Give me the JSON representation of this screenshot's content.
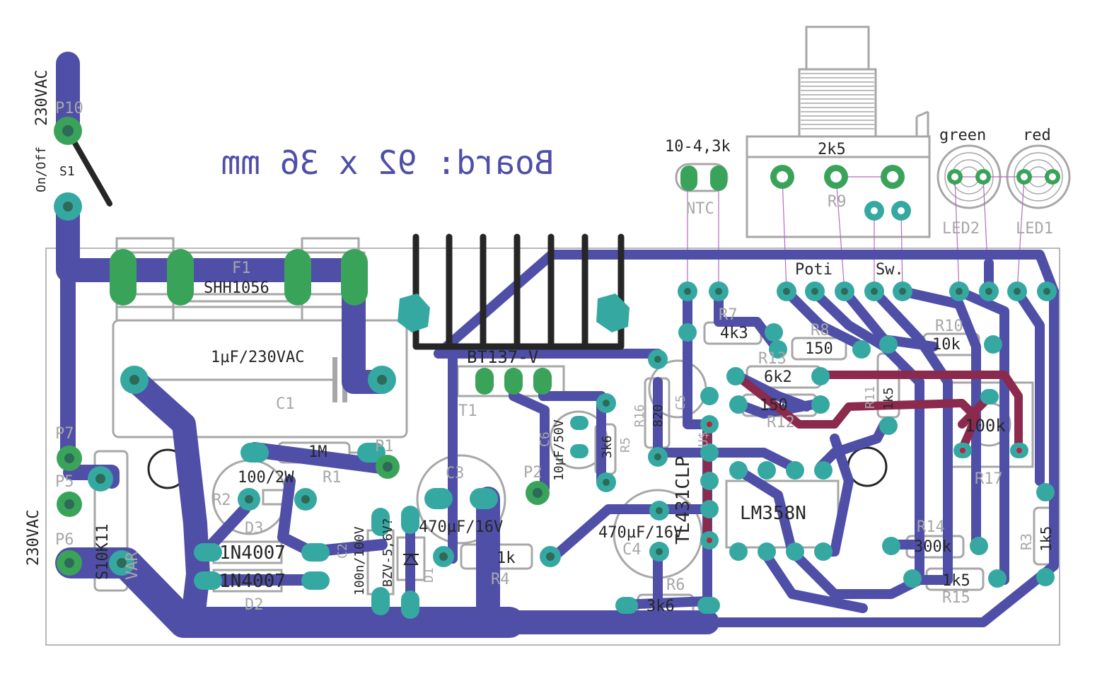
{
  "board_title": "Board: 92 x 36 mm",
  "colors": {
    "trace_bottom": "#4f4fa8",
    "trace_top": "#8b2a4d",
    "pad": "#36a8a2",
    "silkscreen": "#a7a7a7",
    "heatsink": "#262626",
    "outline": "#a0a0a0"
  },
  "labels": {
    "mains_top": "230VAC",
    "mains_bottom": "230VAC",
    "onoff": "On/Off",
    "switch": "S1",
    "p10": "P10",
    "p7": "P7",
    "p5": "P5",
    "p6": "P6",
    "p1": "P1",
    "p2": "P2",
    "fuse": "F1",
    "fuse_value": "SHH1056",
    "cap_mains_value": "1µF/230VAC",
    "cap_mains": "C1",
    "triac": "BT137-V",
    "triac_ref": "T1",
    "r1_value": "1M",
    "r1": "R1",
    "r2_value": "100/2W",
    "r2": "R2",
    "varistor": "S10K11",
    "varistor_ref": "VAR",
    "d3": "D3",
    "d3_value": "1N4007",
    "d2": "D2",
    "d2_value": "1N4007",
    "c2_value": "100n/100V",
    "c2": "C2",
    "zener_value": "BZV-5,6V?",
    "zener": "D1",
    "c3": "C3",
    "c3_value": "470µF/16V",
    "r4_value": "1k",
    "r4": "R4",
    "c6_value": "10µF/50V",
    "c6": "C6",
    "r5_value": "3k6",
    "r5": "R5",
    "r16_value": "820",
    "r16": "R16",
    "tl431": "TL431CLP",
    "tl431_ref": "U$",
    "c5": "C5",
    "c4_value": "470µF/16V",
    "c4": "C4",
    "r6": "R6",
    "r6_value": "3k6",
    "lm358": "LM358N",
    "ntc_value": "10-4,3k",
    "ntc": "NTC",
    "pot_value": "2k5",
    "pot": "R9",
    "poti": "Poti",
    "sw": "Sw.",
    "led_green": "green",
    "led_red": "red",
    "led2": "LED2",
    "led1": "LED1",
    "r7_value": "4k3",
    "r7": "R7",
    "r8_value": "150",
    "r8": "R8",
    "r13_value": "6k2",
    "r13": "R13",
    "r12_value": "150",
    "r12": "R12",
    "r10_value": "10k",
    "r10": "R10",
    "r11_value": "1k5",
    "r11": "R11",
    "r17_value": "100k",
    "r17": "R17",
    "r14": "R14",
    "r14_value": "300k",
    "r15_value": "1k5",
    "r15": "R15",
    "r3": "R3",
    "r3_value": "1k5"
  }
}
